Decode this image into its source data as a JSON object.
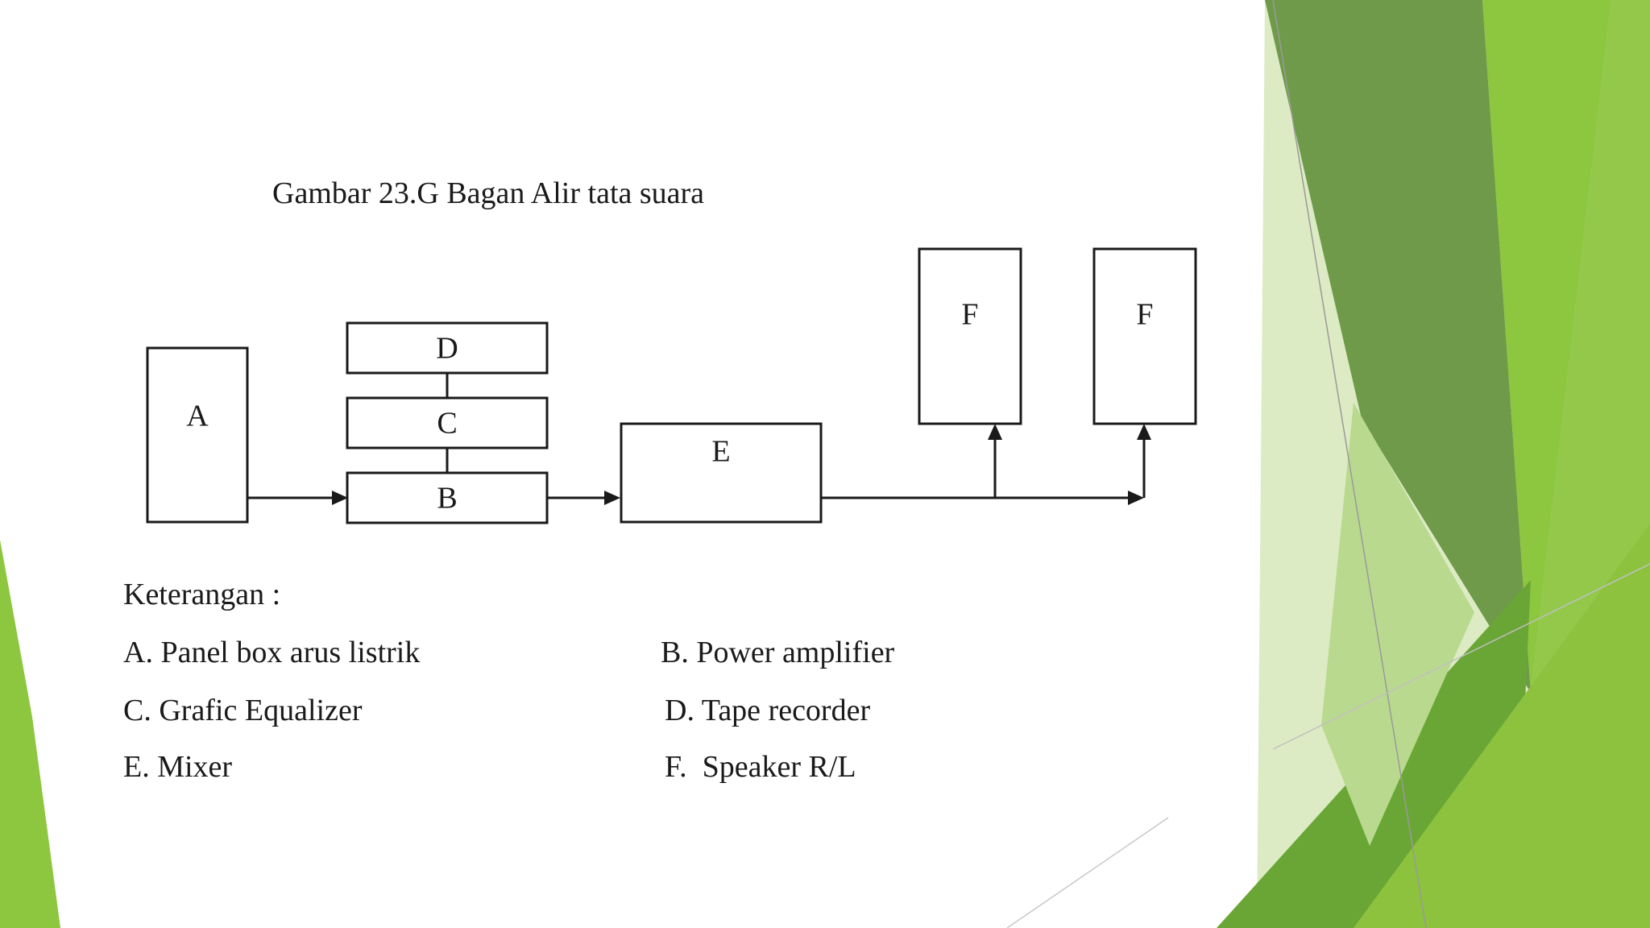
{
  "diagram": {
    "title": "Gambar 23.G  Bagan Alir tata suara",
    "nodes": [
      {
        "id": "A",
        "label": "A"
      },
      {
        "id": "D",
        "label": "D"
      },
      {
        "id": "C",
        "label": "C"
      },
      {
        "id": "B",
        "label": "B"
      },
      {
        "id": "E",
        "label": "E"
      },
      {
        "id": "F1",
        "label": "F"
      },
      {
        "id": "F2",
        "label": "F"
      }
    ],
    "edges": [
      {
        "from": "A",
        "to": "B",
        "arrow": true
      },
      {
        "from": "D",
        "to": "C",
        "arrow": false
      },
      {
        "from": "C",
        "to": "B",
        "arrow": false
      },
      {
        "from": "B",
        "to": "E",
        "arrow": true
      },
      {
        "from": "E",
        "to": "F1",
        "arrow": true
      },
      {
        "from": "E",
        "to": "F2",
        "arrow": true
      }
    ]
  },
  "legend": {
    "heading": "Keterangan :",
    "items": [
      "A. Panel box arus listrik",
      "B. Power amplifier",
      "C. Grafic Equalizer",
      "D. Tape recorder",
      "E. Mixer",
      "F.  Speaker R/L"
    ]
  },
  "theme": {
    "accent_light": "#8dc63f",
    "accent_mid": "#6aa636",
    "accent_dark": "#4e8a2a",
    "accent_pale": "#dcebc4"
  }
}
